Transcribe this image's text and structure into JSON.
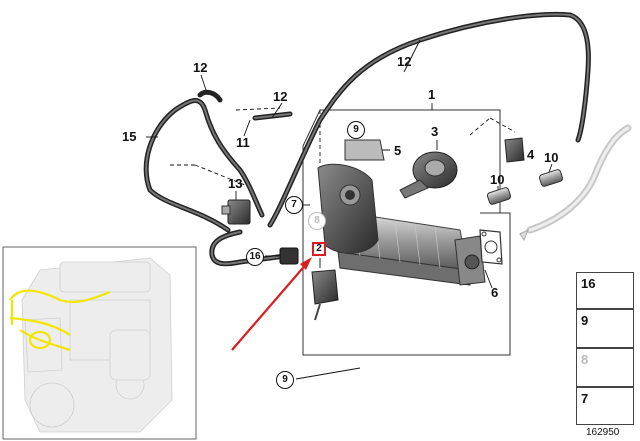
{
  "callouts": {
    "c1": "1",
    "c2": "2",
    "c3": "3",
    "c4": "4",
    "c5": "5",
    "c6": "6",
    "c7": "7",
    "c8": "8",
    "c9a": "9",
    "c9b": "9",
    "c10a": "10",
    "c10b": "10",
    "c11": "11",
    "c12a": "12",
    "c12b": "12",
    "c12c": "12",
    "c13": "13",
    "c15": "15",
    "c16": "16"
  },
  "sidebar": {
    "items": [
      {
        "label": "16"
      },
      {
        "label": "9"
      },
      {
        "label": "8"
      },
      {
        "label": "7"
      }
    ]
  },
  "catalog_number": "162950",
  "colors": {
    "highlight": "#d81e1e",
    "engine_highlight": "#f2e600",
    "line": "#111111",
    "muted": "#bbbbbb"
  }
}
